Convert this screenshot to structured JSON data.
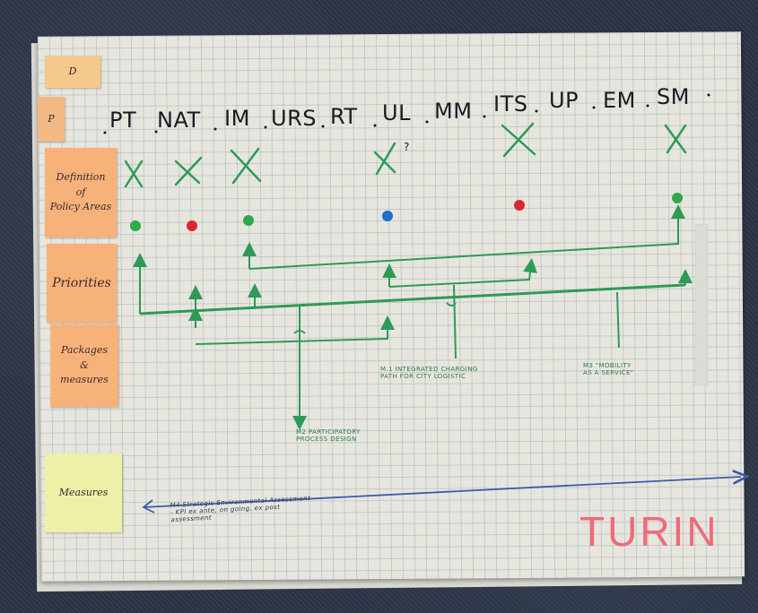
{
  "header_codes": [
    "PT",
    "NAT",
    "IM",
    "URS",
    "RT",
    "UL",
    "MM",
    "ITS",
    "UP",
    "EM",
    "SM"
  ],
  "sticky_notes": {
    "top_1": "D",
    "top_2": "P",
    "definition": "Definition\nof\nPolicy Areas",
    "priorities": "Priorities",
    "packages": "Packages\n&\nmeasures",
    "measures": "Measures"
  },
  "x_mark_question": "?",
  "annotations": {
    "m1": "M.1 INTEGRATED CHARGING\nPATH FOR CITY LOGISTIC",
    "m2": "M2 PARTICIPATORY\nPROCESS DESIGN",
    "m3": "M3 \"MOBILITY\nAS A SERVICE\"",
    "m4": "M4 Strategic Environmental Assessment\n- KPI ex ante, on going, ex post\nassessment"
  },
  "city": "TURIN",
  "colors": {
    "green_ink": "#2f9a56",
    "red_dot": "#e0242e",
    "blue_dot": "#1d6fd1",
    "green_dot": "#2fa84a",
    "blue_arrow": "#3f5aa8",
    "turin_red": "#ef6b77",
    "sticky_orange": "#f7b27a",
    "sticky_yellow": "#eef0a8"
  }
}
